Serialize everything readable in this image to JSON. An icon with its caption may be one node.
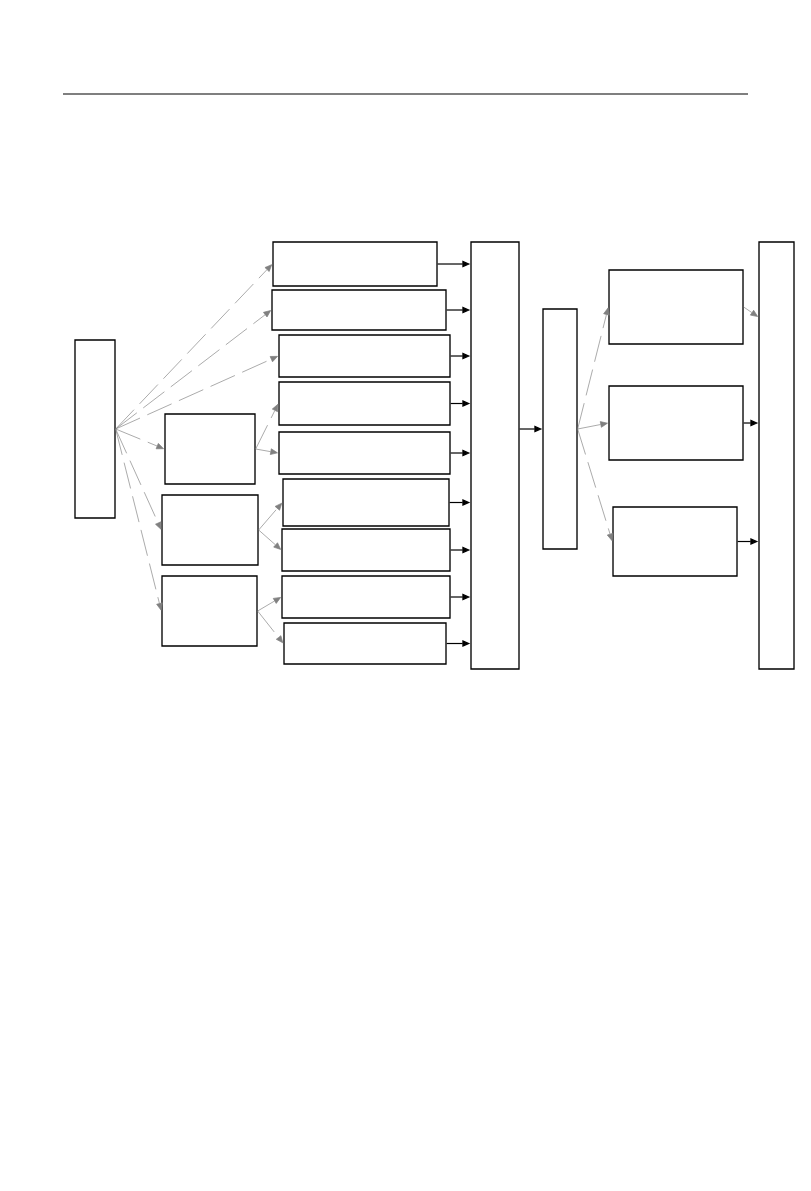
{
  "diagram": {
    "nodes": [
      {
        "text": [],
        "shape": "box"
      },
      {
        "text": [],
        "shape": "box"
      },
      {
        "text": [],
        "shape": "box"
      },
      {
        "text": [],
        "shape": "box"
      },
      {
        "text": [],
        "shape": "box"
      },
      {
        "text": [],
        "shape": "box"
      },
      {
        "text": [],
        "shape": "box"
      },
      {
        "text": [],
        "shape": "box"
      },
      {
        "text": [],
        "shape": "box"
      },
      {
        "text": [],
        "shape": "box"
      },
      {
        "text": [],
        "shape": "box"
      },
      {
        "text": [],
        "shape": "box"
      },
      {
        "text": [],
        "shape": "box"
      },
      {
        "text": [],
        "shape": "box"
      },
      {
        "text": [],
        "shape": "box"
      },
      {
        "text": [],
        "shape": "box"
      },
      {
        "text": [],
        "shape": "box"
      },
      {
        "text": [],
        "shape": "box"
      },
      {
        "text": [],
        "shape": "box"
      }
    ],
    "edges": [
      {
        "from": 0,
        "to": 4,
        "arrow": "to",
        "style": "dashed",
        "color": "#808080"
      },
      {
        "from": 0,
        "to": 5,
        "arrow": "to",
        "style": "dashed",
        "color": "#808080"
      },
      {
        "from": 0,
        "to": 6,
        "arrow": "to",
        "style": "dashed",
        "color": "#808080"
      },
      {
        "from": 0,
        "to": 1,
        "arrow": "to",
        "style": "dashed",
        "color": "#808080"
      },
      {
        "from": 0,
        "to": 2,
        "arrow": "to",
        "style": "dashed",
        "color": "#808080"
      },
      {
        "from": 0,
        "to": 3,
        "arrow": "to",
        "style": "dashed",
        "color": "#808080"
      },
      {
        "from": 1,
        "to": 7,
        "arrow": "to",
        "style": "dashed",
        "color": "#808080"
      },
      {
        "from": 1,
        "to": 8,
        "arrow": "to",
        "style": "dashed",
        "color": "#808080"
      },
      {
        "from": 2,
        "to": 9,
        "arrow": "to",
        "style": "dashed",
        "color": "#808080"
      },
      {
        "from": 2,
        "to": 10,
        "arrow": "to",
        "style": "dashed",
        "color": "#808080"
      },
      {
        "from": 3,
        "to": 11,
        "arrow": "to",
        "style": "dashed",
        "color": "#808080"
      },
      {
        "from": 3,
        "to": 12,
        "arrow": "to",
        "style": "dashed",
        "color": "#808080"
      },
      {
        "from": 4,
        "to": 13,
        "arrow": "to",
        "color": "#000000"
      },
      {
        "from": 5,
        "to": 13,
        "arrow": "to",
        "color": "#000000"
      },
      {
        "from": 6,
        "to": 13,
        "arrow": "to",
        "color": "#000000"
      },
      {
        "from": 7,
        "to": 13,
        "arrow": "to",
        "color": "#000000"
      },
      {
        "from": 8,
        "to": 13,
        "arrow": "to",
        "color": "#000000"
      },
      {
        "from": 9,
        "to": 13,
        "arrow": "to",
        "color": "#000000"
      },
      {
        "from": 10,
        "to": 13,
        "arrow": "to",
        "color": "#000000"
      },
      {
        "from": 11,
        "to": 13,
        "arrow": "to",
        "color": "#000000"
      },
      {
        "from": 12,
        "to": 13,
        "arrow": "to",
        "color": "#000000"
      },
      {
        "from": 13,
        "to": 14,
        "arrow": "to",
        "color": "#000000"
      },
      {
        "from": 14,
        "to": 15,
        "arrow": "to",
        "style": "dashed",
        "color": "#808080"
      },
      {
        "from": 14,
        "to": 16,
        "arrow": "to",
        "style": "dashed",
        "color": "#808080"
      },
      {
        "from": 14,
        "to": 17,
        "arrow": "to",
        "style": "dashed",
        "color": "#808080"
      },
      {
        "from": 15,
        "to": 18,
        "arrow": "to",
        "color": "#808080"
      },
      {
        "from": 16,
        "to": 18,
        "arrow": "to",
        "color": "#000000"
      },
      {
        "from": 17,
        "to": 18,
        "arrow": "to",
        "color": "#000000"
      }
    ]
  }
}
